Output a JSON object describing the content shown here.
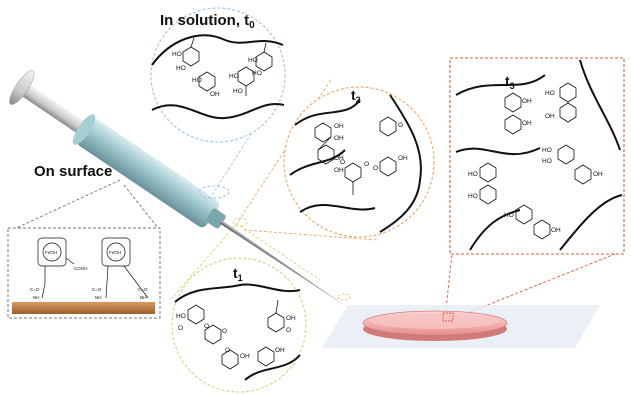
{
  "labels": {
    "solution": "In solution, t",
    "solution_sub": "0",
    "surface": "On surface",
    "t1": "t",
    "t1_sub": "1",
    "t2": "t",
    "t2_sub": "2",
    "t3": "t",
    "t3_sub": "3"
  },
  "chem_text": {
    "oh": "OH",
    "ho": "HO",
    "o": "O",
    "feoh": "FeOH",
    "cooh": "COOH",
    "co": "C=O",
    "nh": "NH"
  },
  "colors": {
    "blue_callout": "#9fc3e6",
    "orange_callout": "#f0a860",
    "yellow_callout": "#d9d27a",
    "red_callout": "#e2583a",
    "gray_callout": "#777777",
    "substrate": "#c8854a",
    "dish": "#f2a8a8"
  },
  "icons": [
    "syringe-icon",
    "petri-dish-icon",
    "substrate-slab-icon"
  ]
}
